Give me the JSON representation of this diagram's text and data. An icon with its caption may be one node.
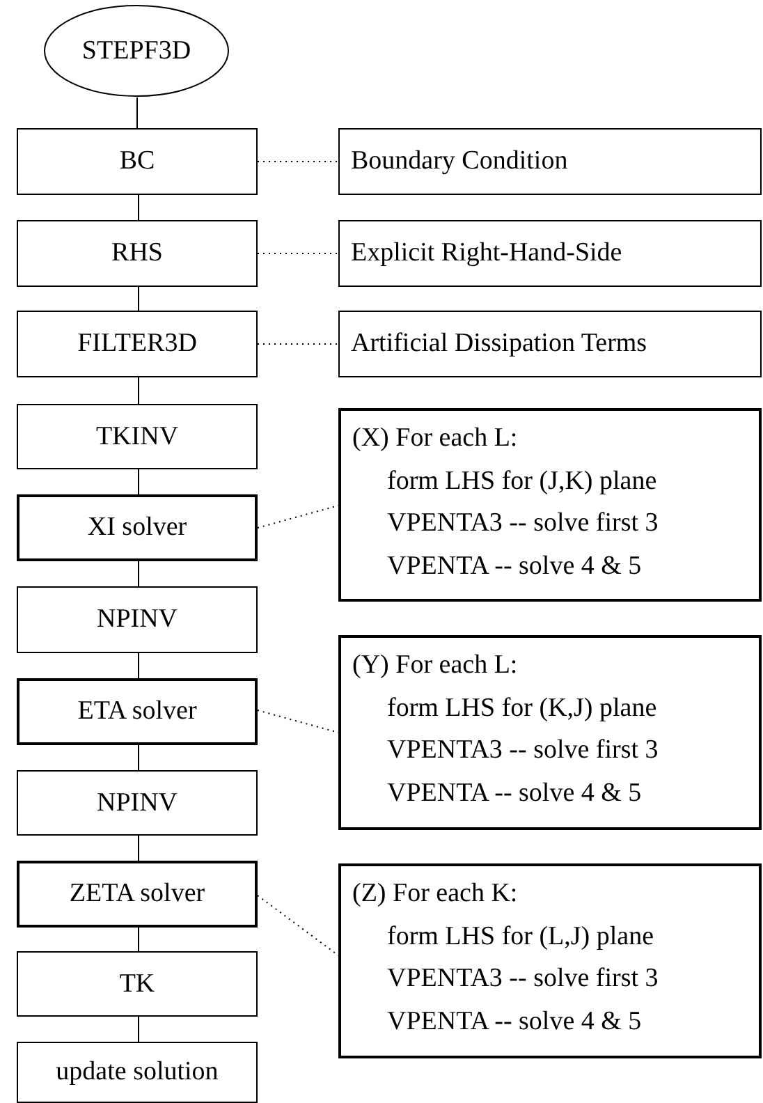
{
  "diagram": {
    "nodes": [
      {
        "text": [
          "STEPF3D"
        ]
      },
      {
        "text": [
          "BC"
        ]
      },
      {
        "text": [
          "Boundary Condition"
        ]
      },
      {
        "text": [
          "RHS"
        ]
      },
      {
        "text": [
          "Explicit Right-Hand-Side"
        ]
      },
      {
        "text": [
          "FILTER3D"
        ]
      },
      {
        "text": [
          "Artificial Dissipation Terms"
        ]
      },
      {
        "text": [
          "TKINV"
        ]
      },
      {
        "text": [
          "XI solver"
        ]
      },
      {
        "text": [
          "(X) For each L:",
          "form LHS for (J,K) plane",
          "VPENTA3 -- solve first 3",
          "VPENTA -- solve 4 & 5"
        ]
      },
      {
        "text": [
          "NPINV"
        ]
      },
      {
        "text": [
          "ETA solver"
        ]
      },
      {
        "text": [
          "(Y) For each L:",
          "form LHS for (K,J) plane",
          "VPENTA3 -- solve first 3",
          "VPENTA -- solve 4 & 5"
        ]
      },
      {
        "text": [
          "NPINV"
        ]
      },
      {
        "text": [
          "ZETA solver"
        ]
      },
      {
        "text": [
          "(Z) For each K:",
          "form LHS for (L,J) plane",
          "VPENTA3 -- solve first 3",
          "VPENTA -- solve 4 & 5"
        ]
      },
      {
        "text": [
          "TK"
        ]
      },
      {
        "text": [
          "update solution"
        ]
      }
    ],
    "edges": [
      {
        "from": 0,
        "to": 1,
        "arrow": "none"
      },
      {
        "from": 1,
        "to": 3,
        "arrow": "none"
      },
      {
        "from": 3,
        "to": 5,
        "arrow": "none"
      },
      {
        "from": 5,
        "to": 7,
        "arrow": "none"
      },
      {
        "from": 7,
        "to": 8,
        "arrow": "none"
      },
      {
        "from": 8,
        "to": 10,
        "arrow": "none"
      },
      {
        "from": 10,
        "to": 11,
        "arrow": "none"
      },
      {
        "from": 11,
        "to": 13,
        "arrow": "none"
      },
      {
        "from": 13,
        "to": 14,
        "arrow": "none"
      },
      {
        "from": 14,
        "to": 16,
        "arrow": "none"
      },
      {
        "from": 16,
        "to": 17,
        "arrow": "none"
      },
      {
        "from": 1,
        "to": 2,
        "arrow": "none",
        "style": "dashed"
      },
      {
        "from": 3,
        "to": 4,
        "arrow": "none",
        "style": "dashed"
      },
      {
        "from": 5,
        "to": 6,
        "arrow": "none",
        "style": "dashed"
      },
      {
        "from": 8,
        "to": 9,
        "arrow": "none",
        "style": "dashed"
      },
      {
        "from": 11,
        "to": 12,
        "arrow": "none",
        "style": "dashed"
      },
      {
        "from": 14,
        "to": 15,
        "arrow": "none",
        "style": "dashed"
      }
    ]
  }
}
